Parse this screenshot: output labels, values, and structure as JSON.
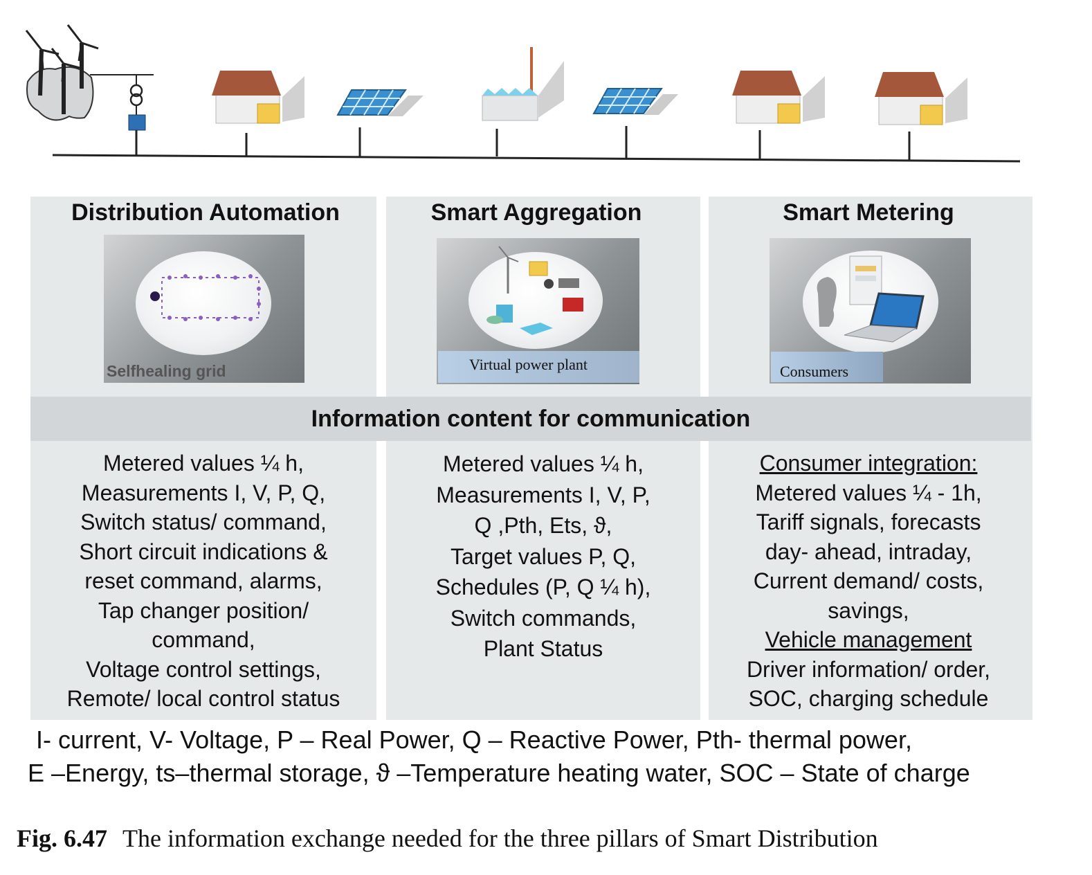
{
  "columns": [
    {
      "title": "Distribution Automation",
      "image_label": "Selfhealing grid",
      "info": [
        "Metered values ¼ h,",
        "Measurements I, V, P, Q,",
        "Switch status/ command,",
        "Short circuit indications &",
        "reset command,  alarms,",
        "Tap changer position/",
        "command,",
        "Voltage control settings,",
        "Remote/ local control status"
      ]
    },
    {
      "title": "Smart Aggregation",
      "image_label": "Virtual power  plant",
      "info": [
        "Metered values ¼ h,",
        "Measurements  I,  V,  P,",
        "Q ,Pth, Ets, ϑ,",
        "Target values P, Q,",
        "Schedules (P, Q ¼ h),",
        "Switch commands,",
        "Plant Status"
      ]
    },
    {
      "title": "Smart Metering",
      "image_label": "Consumers",
      "info_heading_1": "Consumer integration:",
      "info_group_1": [
        "Metered values ¼  - 1h,",
        "Tariff signals, forecasts",
        "day- ahead, intraday,",
        "Current demand/ costs,",
        "savings,"
      ],
      "info_heading_2": "Vehicle management",
      "info_group_2": [
        "Driver information/ order,",
        "SOC, charging schedule"
      ]
    }
  ],
  "info_bar_title": "Information content for communication",
  "legend": {
    "line1": "I- current, V- Voltage, P – Real Power, Q – Reactive Power, Pth- thermal power,",
    "line2": "E –Energy, ts–thermal storage, ϑ –Temperature heating water,  SOC – State of charge"
  },
  "caption": {
    "label": "Fig. 6.47",
    "text": "The information exchange needed for the three pillars of Smart Distribution"
  },
  "colors": {
    "panel_bg": "#e6e9ea",
    "info_bar_bg": "#d3d6d8",
    "roof": "#a4573a",
    "solar_panel": "#3a8fd0",
    "substation_box": "#2f6fb4"
  }
}
